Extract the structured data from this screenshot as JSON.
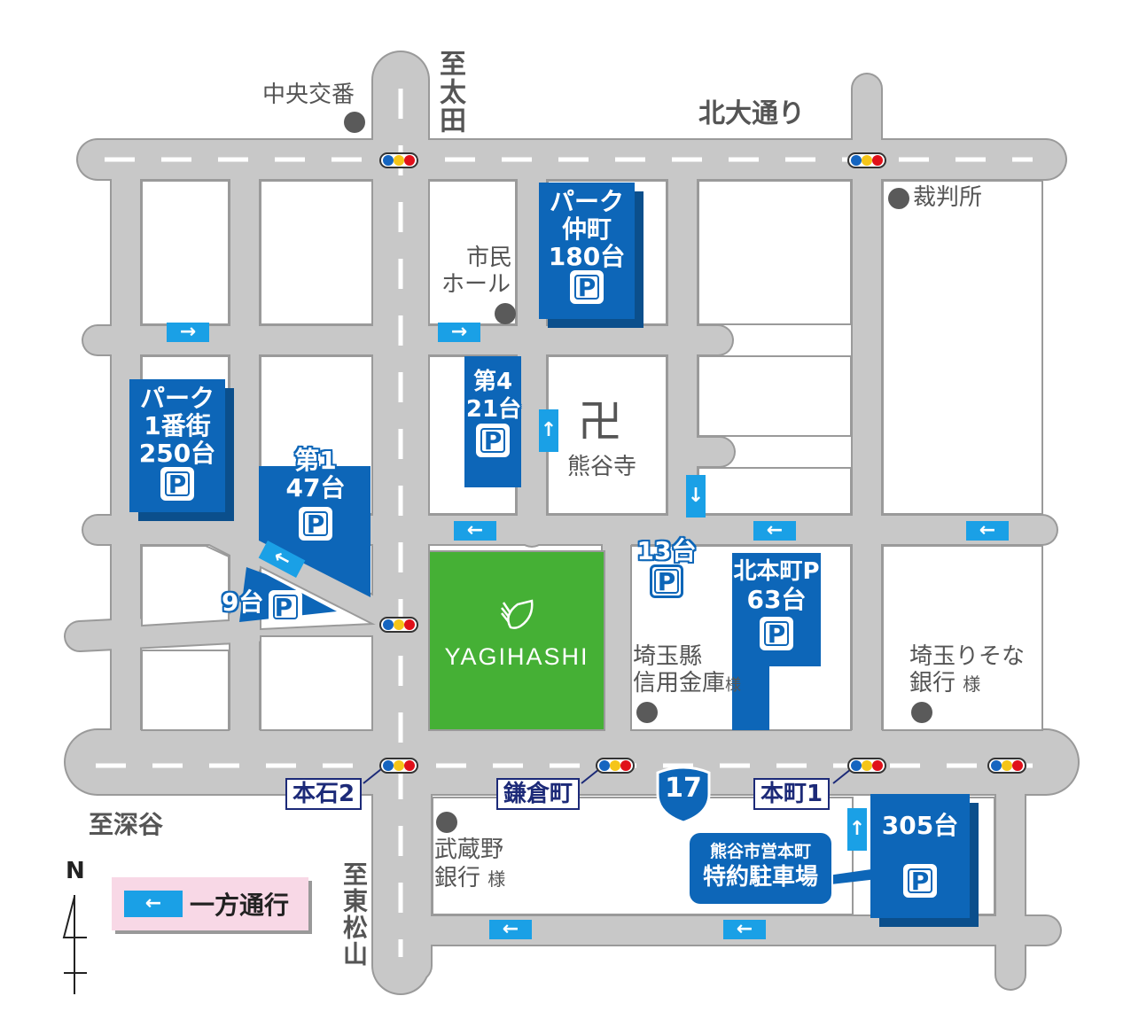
{
  "map": {
    "colors": {
      "road": "#c8c8c8",
      "road_edge": "#9a9a9a",
      "parking_blue": "#0d66b8",
      "parking_shadow": "#0b4f8c",
      "one_way_blue": "#1aa0e6",
      "store_green": "#45b035",
      "legend_bg": "#f8d8e6"
    },
    "road_names": {
      "north_street": "北大通り"
    },
    "directions": {
      "to_ota": "至太田",
      "to_fukaya": "至深谷",
      "to_higashimatsuyama": "至東松山"
    },
    "landmarks": {
      "police_box": "中央交番",
      "court": "裁判所",
      "civic_hall_line1": "市民",
      "civic_hall_line2": "ホール",
      "temple_symbol": "卍",
      "temple": "熊谷寺",
      "shinkin_line1": "埼玉縣",
      "shinkin_line2": "信用金庫",
      "shinkin_suffix": "様",
      "resona_line1": "埼玉りそな",
      "resona_line2": "銀行",
      "resona_suffix": "様",
      "musashino_line1": "武蔵野",
      "musashino_line2": "銀行",
      "musashino_suffix": "様"
    },
    "store": {
      "name": "YAGIHASHI"
    },
    "parking": [
      {
        "id": "park-nakacho",
        "line1": "パーク",
        "line2": "仲町",
        "line3": "180台",
        "mark": "P"
      },
      {
        "id": "park-ichibangai",
        "line1": "パーク",
        "line2": "1番街",
        "line3": "250台",
        "mark": "P"
      },
      {
        "id": "dai1",
        "line1": "第1",
        "line2": "47台",
        "mark": "P"
      },
      {
        "id": "dai4",
        "line1": "第4",
        "line2": "21台",
        "mark": "P"
      },
      {
        "id": "lot9",
        "line1": "9台",
        "mark": "P"
      },
      {
        "id": "lot13",
        "line1": "13台",
        "mark": "P"
      },
      {
        "id": "kitahoncho",
        "line1": "北本町P",
        "line2": "63台",
        "mark": "P"
      },
      {
        "id": "municipal",
        "line1": "305台",
        "mark": "P",
        "callout_line1": "熊谷市営本町",
        "callout_line2": "特約駐車場"
      }
    ],
    "intersections": {
      "honishi2": "本石2",
      "kamakuracho": "鎌倉町",
      "honcho1": "本町1"
    },
    "route_shield": "17",
    "arrows": {
      "left": "←",
      "right": "→",
      "up": "↑",
      "down": "↓"
    },
    "legend": {
      "arrow": "←",
      "label": "一方通行"
    },
    "compass": {
      "label": "N"
    }
  }
}
